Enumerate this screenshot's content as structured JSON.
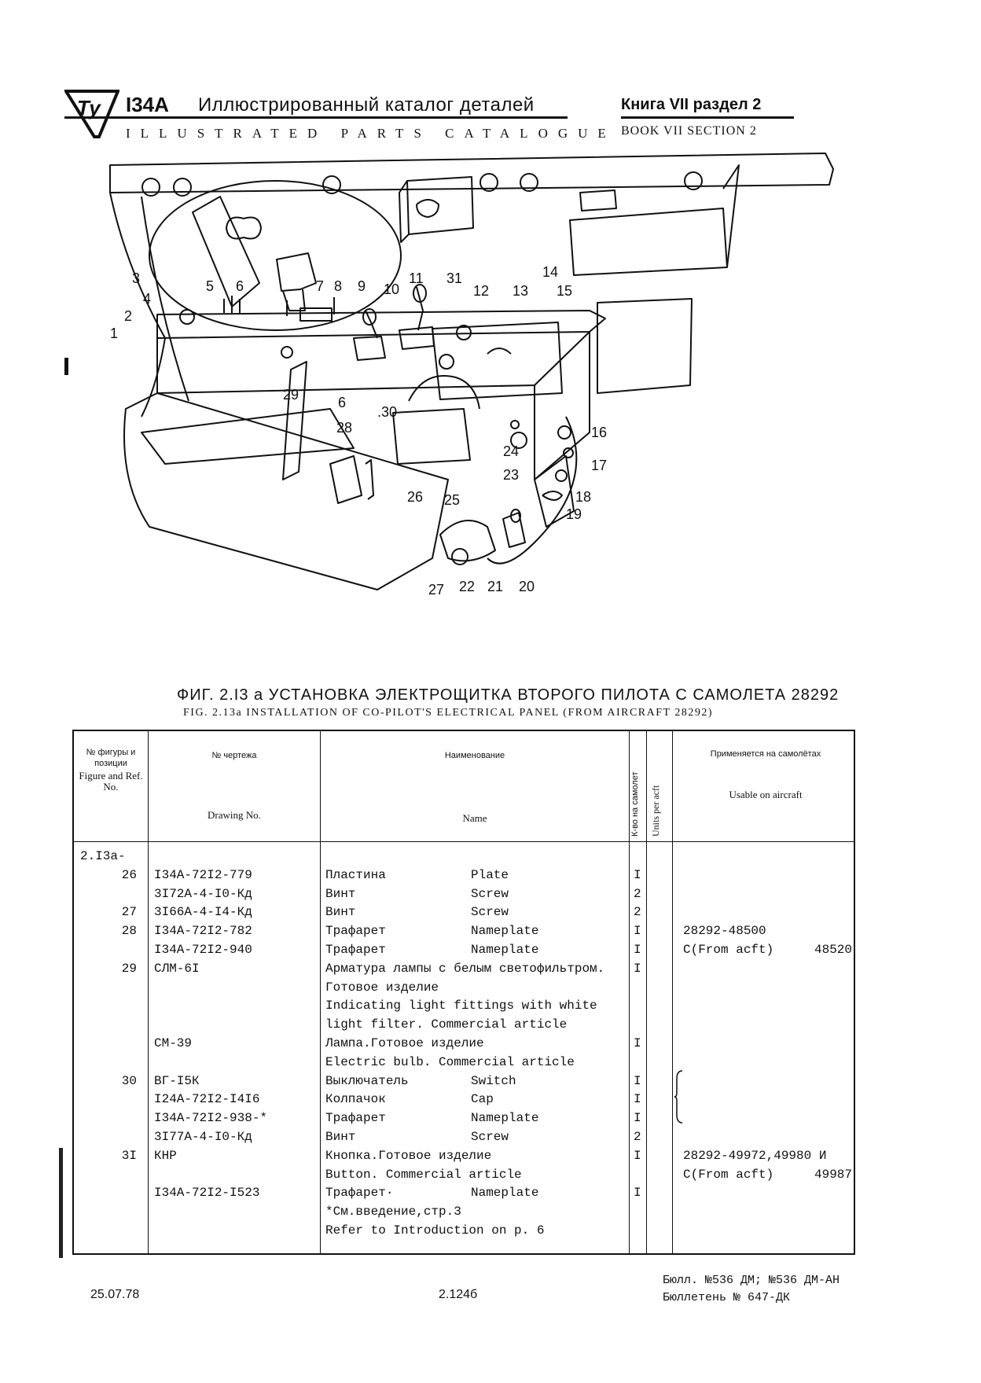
{
  "header": {
    "model": "I34A",
    "title_ru": "Иллюстрированный каталог деталей",
    "title_en": "ILLUSTRATED PARTS CATALOGUE",
    "book_ru": "Книга VII раздел 2",
    "book_en": "BOOK VII SECTION 2"
  },
  "figure": {
    "callouts": [
      "1",
      "2",
      "3",
      "4",
      "5",
      "6",
      "7",
      "8",
      "9",
      "10",
      "11",
      "31",
      "12",
      "13",
      "15",
      "14",
      "16",
      "17",
      "18",
      "19",
      "20",
      "21",
      "22",
      "23",
      "24",
      "25",
      "26",
      "27",
      "28",
      "29",
      "30"
    ],
    "caption_ru": "ФИГ. 2.I3 а УСТАНОВКА ЭЛЕКТРОЩИТКА ВТОРОГО ПИЛОТА С САМОЛЕТА 28292",
    "caption_en": "FIG. 2.13a INSTALLATION OF CO-PILOT'S ELECTRICAL PANEL (FROM AIRCRAFT 28292)"
  },
  "table": {
    "headers": {
      "fig_ru": "№ фигуры и позиции",
      "fig_en": "Figure and Ref. No.",
      "drawing_ru": "№ чертежа",
      "drawing_en": "Drawing No.",
      "name_ru": "Наименование",
      "name_en": "Name",
      "units_ru": "К-во на самолет",
      "units_en": "Units per acft",
      "usable_ru": "Применяется на самолётах",
      "usable_en": "Usable on aircraft"
    },
    "rows": [
      {
        "ref": "2.I3а-",
        "drawing": "",
        "name_ru": "",
        "name_en": "",
        "units": "",
        "usable": ""
      },
      {
        "ref": "26",
        "drawing": "I34A-72I2-779",
        "name_ru": "Пластина",
        "name_en": "Plate",
        "units": "I",
        "usable": ""
      },
      {
        "ref": "",
        "drawing": "3I72A-4-I0-Кд",
        "name_ru": "Винт",
        "name_en": "Screw",
        "units": "2",
        "usable": ""
      },
      {
        "ref": "27",
        "drawing": "3I66A-4-I4-Кд",
        "name_ru": "Винт",
        "name_en": "Screw",
        "units": "2",
        "usable": ""
      },
      {
        "ref": "28",
        "drawing": "I34A-72I2-782",
        "name_ru": "Трафарет",
        "name_en": "Nameplate",
        "units": "I",
        "usable": "28292-48500"
      },
      {
        "ref": "",
        "drawing": "I34A-72I2-940",
        "name_ru": "Трафарет",
        "name_en": "Nameplate",
        "units": "I",
        "usable": "C(From acft)",
        "usable2": "48520"
      },
      {
        "ref": "29",
        "drawing": "СЛМ-6I",
        "name_ru": "Арматура лампы с белым светофильтром.",
        "name_en": "",
        "units": "I",
        "usable": ""
      },
      {
        "ref": "",
        "drawing": "",
        "name_ru": "Готовое изделие",
        "name_en": "",
        "units": "",
        "usable": ""
      },
      {
        "ref": "",
        "drawing": "",
        "name_ru": "Indicating light fittings with white",
        "name_en": "",
        "units": "",
        "usable": ""
      },
      {
        "ref": "",
        "drawing": "",
        "name_ru": "light filter. Commercial article",
        "name_en": "",
        "units": "",
        "usable": ""
      },
      {
        "ref": "",
        "drawing": "СМ-39",
        "name_ru": "Лампа.Готовое изделие",
        "name_en": "",
        "units": "I",
        "usable": ""
      },
      {
        "ref": "",
        "drawing": "",
        "name_ru": "Electric bulb. Commercial article",
        "name_en": "",
        "units": "",
        "usable": ""
      },
      {
        "ref": "30",
        "drawing": "ВГ-I5К",
        "name_ru": "Выключатель",
        "name_en": "Switch",
        "units": "I",
        "usable": ""
      },
      {
        "ref": "",
        "drawing": "I24A-72I2-I4I6",
        "name_ru": "Колпачок",
        "name_en": "Cap",
        "units": "I",
        "usable": ""
      },
      {
        "ref": "",
        "drawing": "I34A-72I2-938-*",
        "name_ru": "Трафарет",
        "name_en": "Nameplate",
        "units": "I",
        "usable": ""
      },
      {
        "ref": "",
        "drawing": "3I77A-4-I0-Кд",
        "name_ru": "Винт",
        "name_en": "Screw",
        "units": "2",
        "usable": ""
      },
      {
        "ref": "3I",
        "drawing": "КНР",
        "name_ru": "Кнопка.Готовое изделие",
        "name_en": "",
        "units": "I",
        "usable": "28292-49972,49980 И"
      },
      {
        "ref": "",
        "drawing": "",
        "name_ru": "Button. Commercial article",
        "name_en": "",
        "units": "",
        "usable": "C(From acft)",
        "usable2": "49987"
      },
      {
        "ref": "",
        "drawing": "I34A-72I2-I523",
        "name_ru": "Трафарет·",
        "name_en": "Nameplate",
        "units": "I",
        "usable": ""
      },
      {
        "ref": "",
        "drawing": "",
        "name_ru": "*См.введение,стр.3",
        "name_en": "",
        "units": "",
        "usable": ""
      },
      {
        "ref": "",
        "drawing": "",
        "name_ru": "Refer to Introduction on p. 6",
        "name_en": "",
        "units": "",
        "usable": ""
      }
    ]
  },
  "footer": {
    "date": "25.07.78",
    "page": "2.124б",
    "bulletin_1": "Бюлл. №536 ДМ; №536 ДМ-АН",
    "bulletin_2": "Бюллетень № 647-ДК"
  }
}
